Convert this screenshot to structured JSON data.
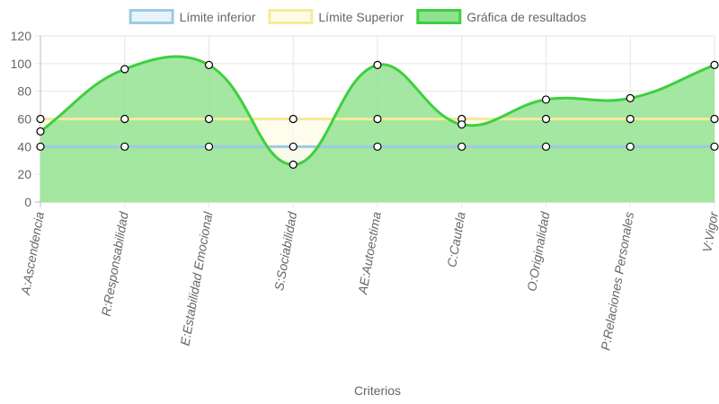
{
  "chart_data": {
    "type": "line",
    "categories": [
      "A:Ascendencia",
      "R:Responsabilidad",
      "E:Estabilidad Emocional",
      "S:Sociabilidad",
      "AE:Autoestima",
      "C:Cautela",
      "O:Originalidad",
      "P:Relaciones Personales",
      "V:Vigor"
    ],
    "series": [
      {
        "name": "Límite inferior",
        "values": [
          40,
          40,
          40,
          40,
          40,
          40,
          40,
          40,
          40
        ],
        "border_color": "#9ecae1",
        "fill_color": "#e8f3fb"
      },
      {
        "name": "Límite Superior",
        "values": [
          60,
          60,
          60,
          60,
          60,
          60,
          60,
          60,
          60
        ],
        "border_color": "#f3eb9a",
        "fill_color": "#fdfbe6"
      },
      {
        "name": "Gráfica de resultados",
        "values": [
          51,
          96,
          99,
          27,
          99,
          56,
          74,
          75,
          99
        ],
        "border_color": "#3fcf3f",
        "fill_color": "#8fe28f"
      }
    ],
    "xlabel": "Criterios",
    "ylabel": "",
    "ylim": [
      0,
      120
    ],
    "yticks": [
      0,
      20,
      40,
      60,
      80,
      100,
      120
    ],
    "grid": true,
    "legend": "top-center"
  }
}
